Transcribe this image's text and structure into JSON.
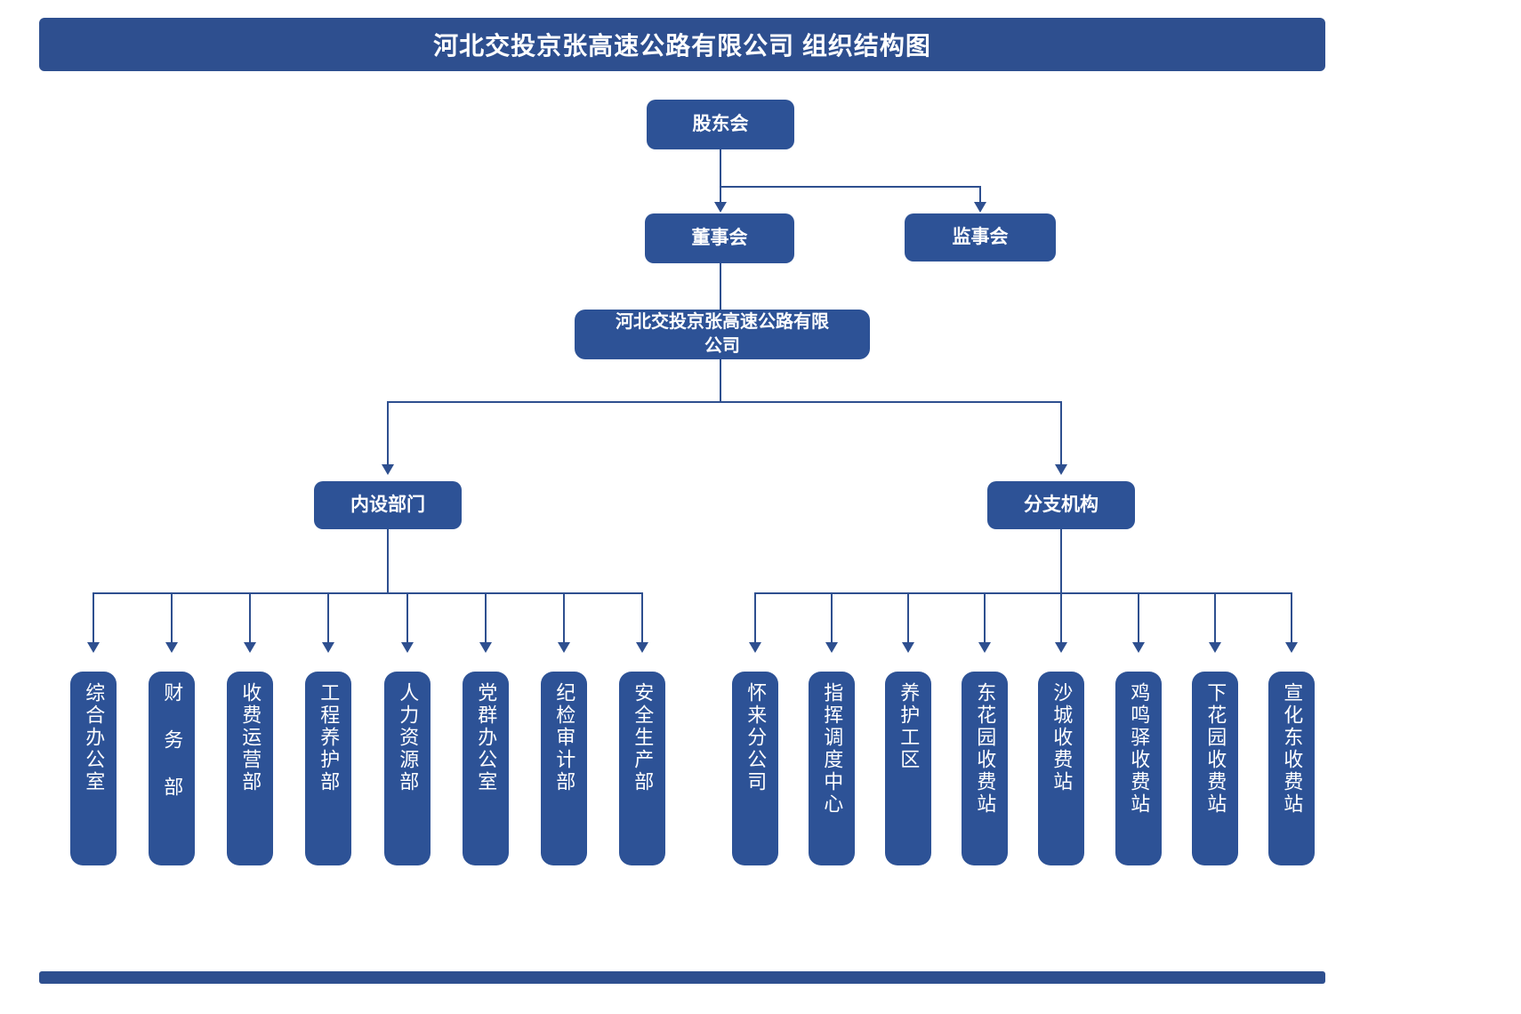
{
  "header": {
    "title": "河北交投京张高速公路有限公司 组织结构图"
  },
  "colors": {
    "node_fill": "#2d5296",
    "title_fill": "#2e4f8f",
    "connector": "#2e4f8f",
    "text": "#ffffff",
    "background": "#ffffff"
  },
  "chart_data": {
    "type": "diagram",
    "title": "河北交投京张高速公路有限公司 组织结构图",
    "orientation": "top-down"
  },
  "nodes": {
    "shareholders": "股东会",
    "board": "董事会",
    "supervisors": "监事会",
    "company_line1": "河北交投京张高速公路有限",
    "company_line2": "公司",
    "internal_departments": "内设部门",
    "branch_organizations": "分支机构"
  },
  "internal_departments": [
    {
      "label": "综合办公室"
    },
    {
      "label": "财 务 部"
    },
    {
      "label": "收费运营部"
    },
    {
      "label": "工程养护部"
    },
    {
      "label": "人力资源部"
    },
    {
      "label": "党群办公室"
    },
    {
      "label": "纪检审计部"
    },
    {
      "label": "安全生产部"
    }
  ],
  "branch_organizations": [
    {
      "label": "怀来分公司"
    },
    {
      "label": "指挥调度中心"
    },
    {
      "label": "养护工区"
    },
    {
      "label": "东花园收费站"
    },
    {
      "label": "沙城收费站"
    },
    {
      "label": "鸡鸣驿收费站"
    },
    {
      "label": "下花园收费站"
    },
    {
      "label": "宣化东收费站"
    }
  ]
}
